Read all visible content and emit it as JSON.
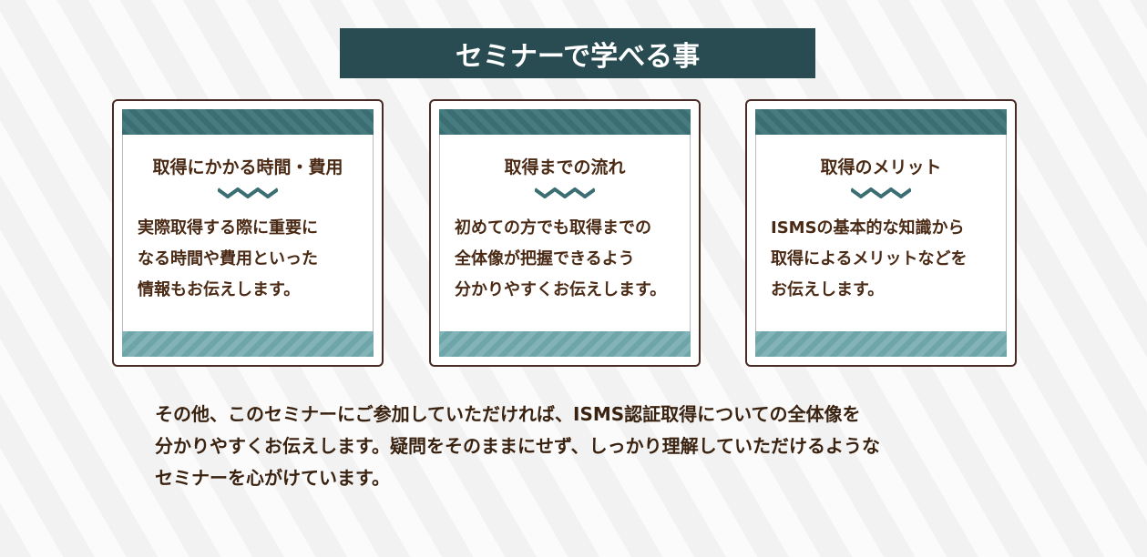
{
  "title": "セミナーで学べる事",
  "cards": [
    {
      "heading": "取得にかかる時間・費用",
      "body": "実際取得する際に重要に\nなる時間や費用といった\n情報もお伝えします。"
    },
    {
      "heading": "取得までの流れ",
      "body": "初めての方でも取得までの\n全体像が把握できるよう\n分かりやすくお伝えします。"
    },
    {
      "heading": "取得のメリット",
      "body": "ISMSの基本的な知識から\n取得によるメリットなどを\nお伝えします。"
    }
  ],
  "footer": "その他、このセミナーにご参加していただければ、ISMS認証取得についての全体像を\n分かりやすくお伝えします。疑問をそのままにせず、しっかり理解していただけるような\nセミナーを心がけています。",
  "colors": {
    "title_bg": "#284c52",
    "text": "#4a2a14",
    "border": "#4a2a24"
  }
}
